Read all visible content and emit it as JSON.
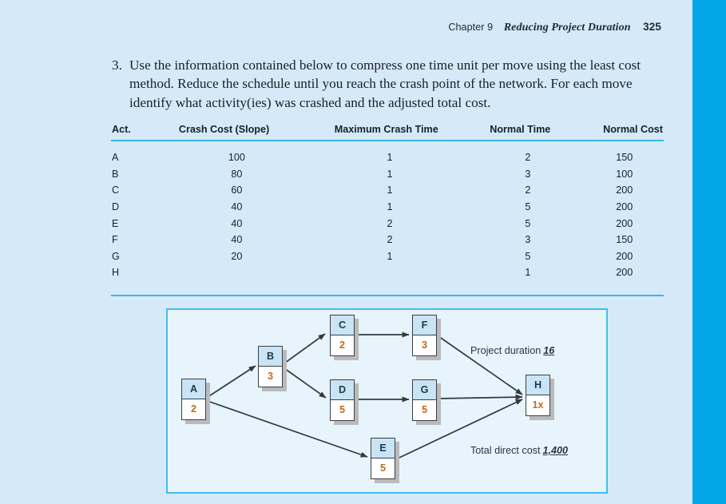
{
  "running_head": {
    "chapter": "Chapter 9",
    "title": "Reducing Project Duration",
    "page": "325"
  },
  "question": {
    "number": "3.",
    "text": "Use the information contained below to compress one time unit per move using the least cost method. Reduce the schedule until you reach the crash point of the network. For each move identify what activity(ies) was crashed and the adjusted total cost."
  },
  "table": {
    "headers": [
      "Act.",
      "Crash Cost (Slope)",
      "Maximum Crash Time",
      "Normal Time",
      "Normal Cost"
    ],
    "rows": [
      {
        "act": "A",
        "slope": "100",
        "max_crash": "1",
        "normal_time": "2",
        "normal_cost": "150"
      },
      {
        "act": "B",
        "slope": "80",
        "max_crash": "1",
        "normal_time": "3",
        "normal_cost": "100"
      },
      {
        "act": "C",
        "slope": "60",
        "max_crash": "1",
        "normal_time": "2",
        "normal_cost": "200"
      },
      {
        "act": "D",
        "slope": "40",
        "max_crash": "1",
        "normal_time": "5",
        "normal_cost": "200"
      },
      {
        "act": "E",
        "slope": "40",
        "max_crash": "2",
        "normal_time": "5",
        "normal_cost": "200"
      },
      {
        "act": "F",
        "slope": "40",
        "max_crash": "2",
        "normal_time": "3",
        "normal_cost": "150"
      },
      {
        "act": "G",
        "slope": "20",
        "max_crash": "1",
        "normal_time": "5",
        "normal_cost": "200"
      },
      {
        "act": "H",
        "slope": "",
        "max_crash": "",
        "normal_time": "1",
        "normal_cost": "200"
      }
    ]
  },
  "diagram": {
    "nodes": [
      {
        "id": "A",
        "duration": "2"
      },
      {
        "id": "B",
        "duration": "3"
      },
      {
        "id": "C",
        "duration": "2"
      },
      {
        "id": "D",
        "duration": "5"
      },
      {
        "id": "E",
        "duration": "5"
      },
      {
        "id": "F",
        "duration": "3"
      },
      {
        "id": "G",
        "duration": "5"
      },
      {
        "id": "H",
        "duration": "1x"
      }
    ],
    "annotations": {
      "project_duration_label": "Project duration",
      "project_duration_value": "16",
      "total_direct_cost_label": "Total direct cost",
      "total_direct_cost_value": "1,400"
    }
  },
  "colors": {
    "page_background": "#d6e9f8",
    "edge_bar": "#03a7e8",
    "rule": "#38b6ea",
    "panel_fill": "#e7f4fb",
    "panel_border": "#41bdf0",
    "node_header_fill": "#c9e4f5",
    "node_border": "#3a3f45",
    "duration_text": "#c26a1e"
  }
}
